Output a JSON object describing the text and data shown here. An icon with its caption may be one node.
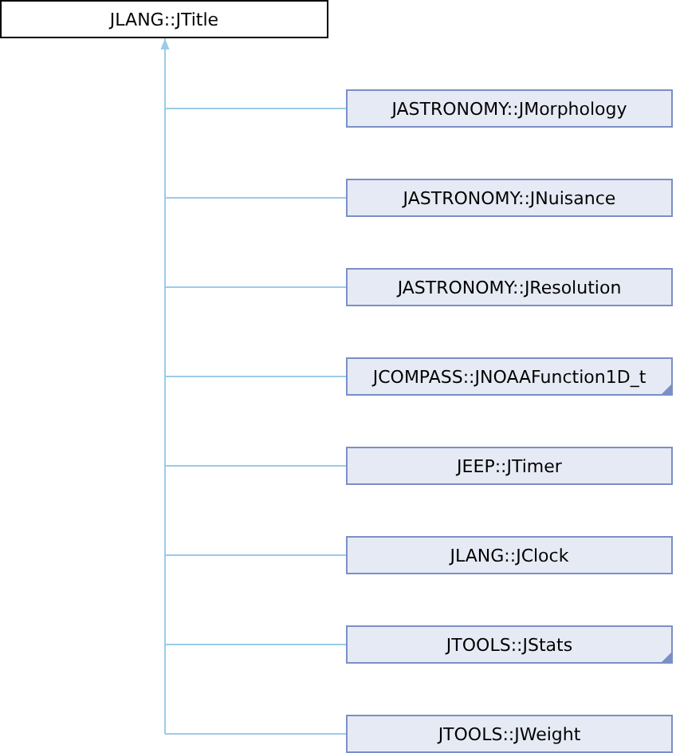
{
  "diagram": {
    "nodes": [
      {
        "text": [
          "JLANG::JTitle"
        ]
      },
      {
        "text": [
          "JASTRONOMY::JMorphology"
        ]
      },
      {
        "text": [
          "JASTRONOMY::JNuisance"
        ]
      },
      {
        "text": [
          "JASTRONOMY::JResolution"
        ]
      },
      {
        "text": [
          "JCOMPASS::JNOAAFunction1D_t"
        ]
      },
      {
        "text": [
          "JEEP::JTimer"
        ]
      },
      {
        "text": [
          "JLANG::JClock"
        ]
      },
      {
        "text": [
          "JTOOLS::JStats"
        ]
      },
      {
        "text": [
          "JTOOLS::JWeight"
        ]
      }
    ],
    "edges": [
      {
        "from": 1,
        "to": 0,
        "arrow": "to"
      },
      {
        "from": 2,
        "to": 0,
        "arrow": "to"
      },
      {
        "from": 3,
        "to": 0,
        "arrow": "to"
      },
      {
        "from": 4,
        "to": 0,
        "arrow": "to"
      },
      {
        "from": 5,
        "to": 0,
        "arrow": "to"
      },
      {
        "from": 6,
        "to": 0,
        "arrow": "to"
      },
      {
        "from": 7,
        "to": 0,
        "arrow": "to"
      },
      {
        "from": 8,
        "to": 0,
        "arrow": "to"
      }
    ]
  }
}
